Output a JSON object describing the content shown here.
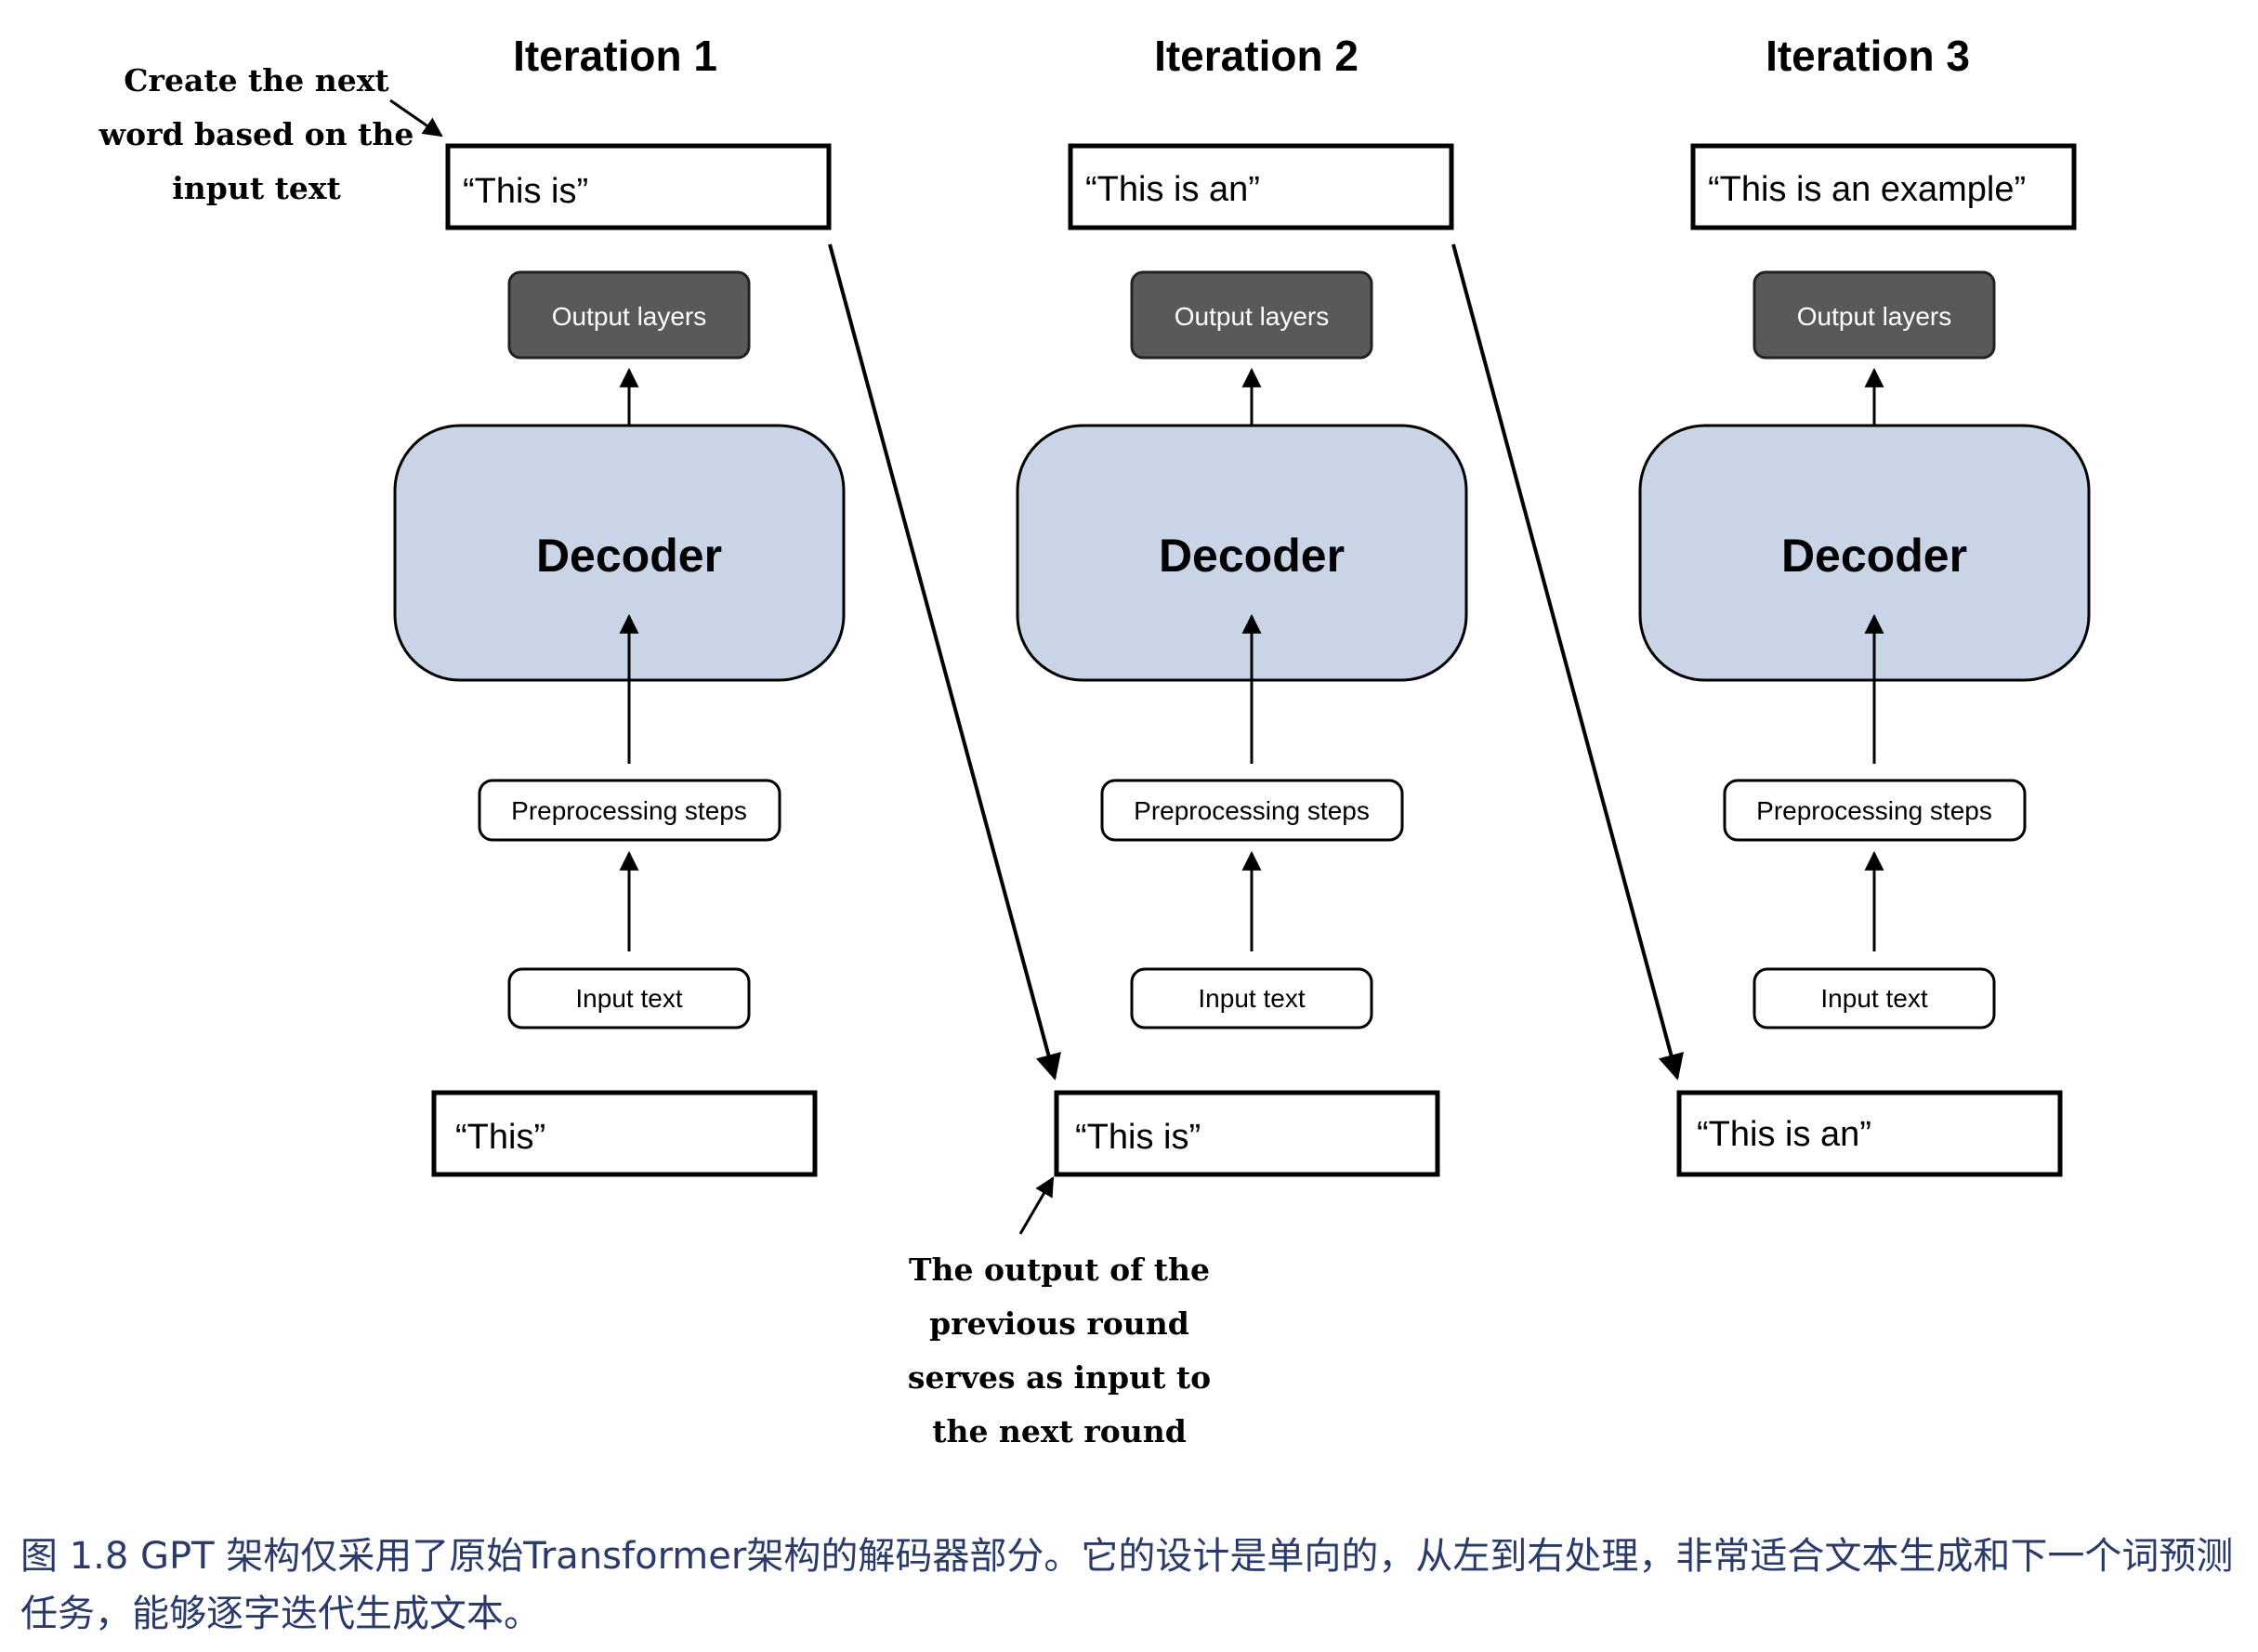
{
  "annotation_top": [
    "Create the next",
    "word based on the",
    "input text"
  ],
  "annotation_bottom": [
    "The output of the",
    "previous round",
    "serves as input to",
    "the next round"
  ],
  "iterations": [
    {
      "title": "Iteration 1",
      "output_text": "“This is”",
      "output_layers_label": "Output layers",
      "decoder_label": "Decoder",
      "preprocessing_label": "Preprocessing steps",
      "input_label": "Input text",
      "input_text": "“This”"
    },
    {
      "title": "Iteration 2",
      "output_text": "“This is an”",
      "output_layers_label": "Output layers",
      "decoder_label": "Decoder",
      "preprocessing_label": "Preprocessing steps",
      "input_label": "Input text",
      "input_text": "“This is”"
    },
    {
      "title": "Iteration 3",
      "output_text": "“This is an example”",
      "output_layers_label": "Output layers",
      "decoder_label": "Decoder",
      "preprocessing_label": "Preprocessing steps",
      "input_label": "Input text",
      "input_text": "“This is an”"
    }
  ],
  "colors": {
    "output_layers_fill": "#595959",
    "decoder_fill": "#c9d4e6",
    "caption_text": "#2a3a6a"
  },
  "caption": "图 1.8 GPT 架构仅采用了原始Transformer架构的解码器部分。它的设计是单向的，从左到右处理，非常适合文本生成和下一个词预测任务，能够逐字迭代生成文本。"
}
